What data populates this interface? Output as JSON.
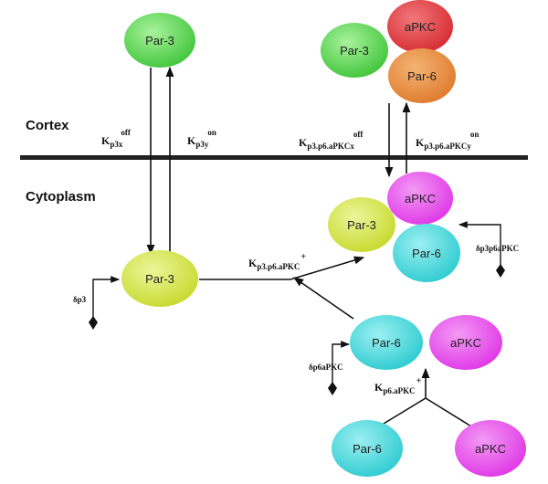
{
  "regions": {
    "cortex": "Cortex",
    "cytoplasm": "Cytoplasm"
  },
  "nodes": {
    "cortex_par3": "Par-3",
    "complex_top_apkc": "aPKC",
    "complex_top_par3": "Par-3",
    "complex_top_par6": "Par-6",
    "complex_mid_apkc": "aPKC",
    "complex_mid_par3": "Par-3",
    "complex_mid_par6": "Par-6",
    "cyto_par3": "Par-3",
    "pair_par6": "Par-6",
    "pair_apkc": "aPKC",
    "bottom_par6": "Par-6",
    "bottom_apkc": "aPKC"
  },
  "rates": {
    "k_p3x_off": {
      "base": "K",
      "sub": "p3x",
      "sup": "off"
    },
    "k_p3y_on": {
      "base": "K",
      "sub": "p3y",
      "sup": "on"
    },
    "k_complex_x_off": {
      "base": "K",
      "sub": "p3.p6.aPKCx",
      "sup": "off"
    },
    "k_complex_y_on": {
      "base": "K",
      "sub": "p3.p6.aPKCy",
      "sup": "on"
    },
    "k_complex_plus": {
      "base": "K",
      "sub": "p3.p6.aPKC",
      "sup": "+"
    },
    "k_p6apkc_plus": {
      "base": "K",
      "sub": "p6.aPKC",
      "sup": "+"
    }
  },
  "degradation": {
    "dp3": "δp3",
    "dp6apkc": "δp6aPKC",
    "dp3p6apkc": "δp3p6aPKC"
  },
  "colors": {
    "green": "#55d44e",
    "red": "#e0393e",
    "orange": "#e8873a",
    "magenta": "#e548ea",
    "cyan": "#3ed4d8",
    "yellow": "#cfe03a"
  }
}
